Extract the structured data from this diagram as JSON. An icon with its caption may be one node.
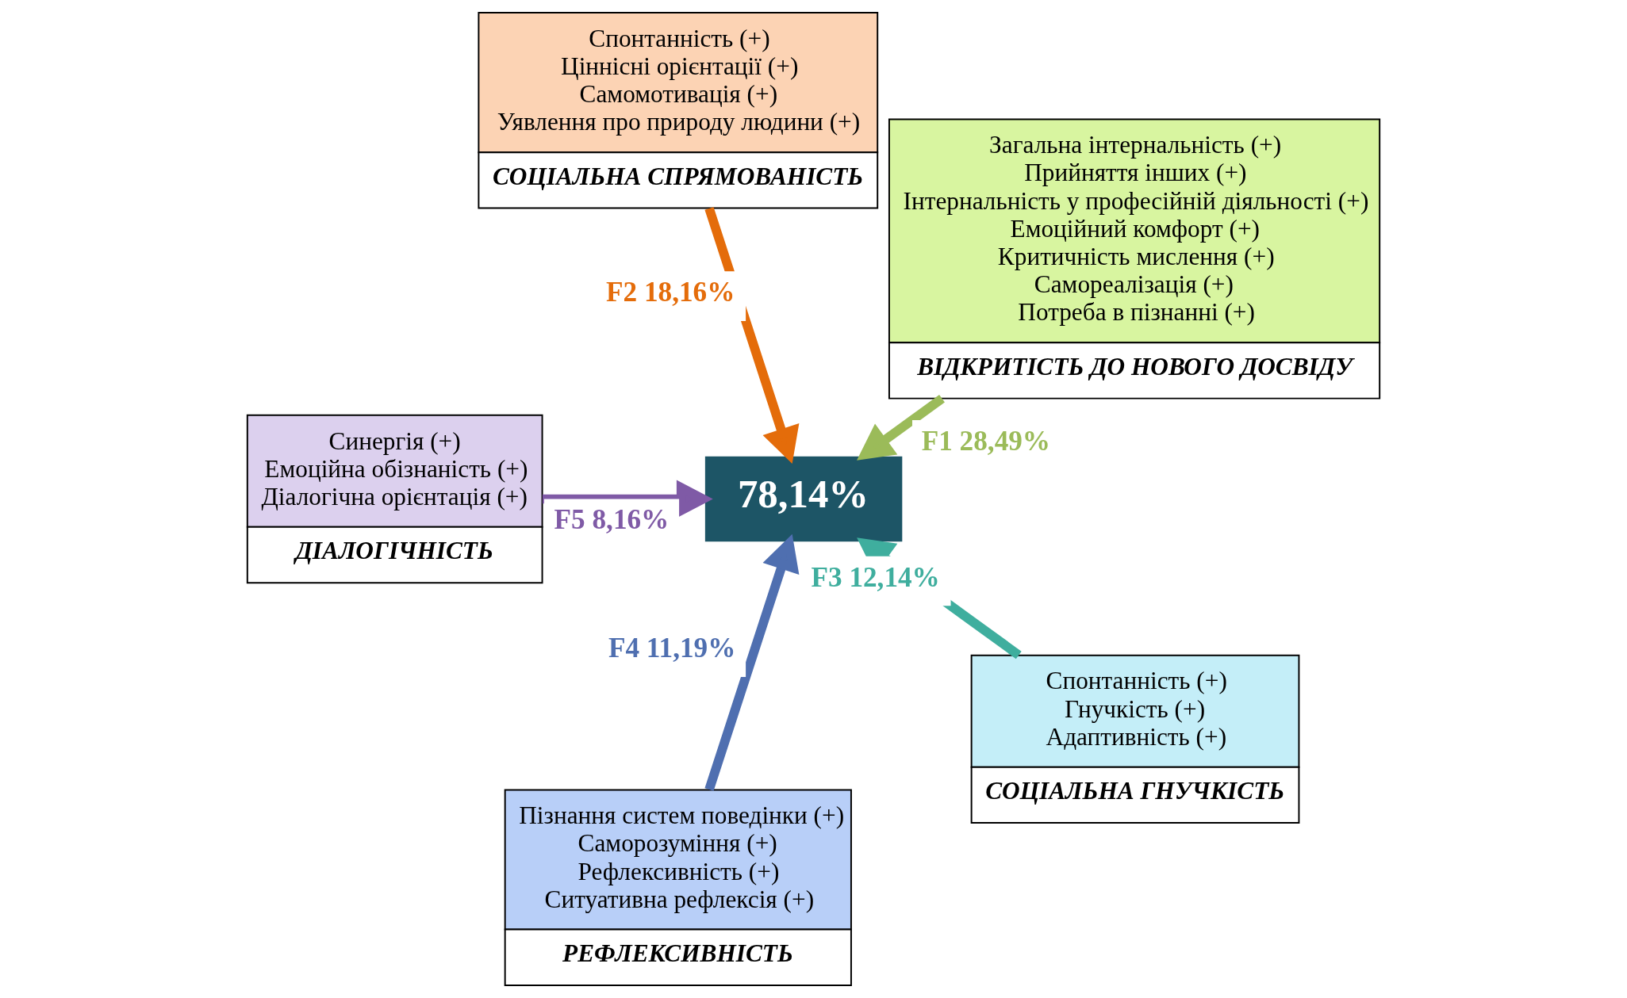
{
  "diagram": {
    "nodes": [
      {
        "text": [
          "Загальна інтернальність (+)",
          "Прийняття інших (+)",
          "Інтернальність у професійній діяльності (+)",
          "Емоційний комфорт (+)",
          "Критичність мислення (+)",
          "Самореалізація (+)",
          "Потреба в пізнанні (+)",
          "ВІДКРИТІСТЬ ДО НОВОГО ДОСВІДУ"
        ]
      },
      {
        "text": [
          "Спонтанність (+)",
          "Ціннісні орієнтації (+)",
          "Самомотивація (+)",
          "Уявлення про природу людини (+)",
          "СОЦІАЛЬНА СПРЯМОВАНІСТЬ"
        ]
      },
      {
        "text": [
          "Синергія (+)",
          "Емоційна обізнаність (+)",
          "Діалогічна орієнтація (+)",
          "ДІАЛОГІЧНІСТЬ"
        ]
      },
      {
        "text": [
          "78,14%"
        ]
      },
      {
        "text": [
          "Пізнання систем поведінки (+)",
          "Саморозуміння (+)",
          "Рефлексивність (+)",
          "Ситуативна рефлексія (+)",
          "РЕФЛЕКСИВНІСТЬ"
        ]
      },
      {
        "text": [
          "Спонтанність (+)",
          "Гнучкість (+)",
          "Адаптивність (+)",
          "СОЦІАЛЬНА ГНУЧКІСТЬ"
        ]
      }
    ],
    "edges": [
      {
        "from": 0,
        "to": 3,
        "arrow": "to",
        "label": "F1 28,49%",
        "color": "#9bbb59"
      },
      {
        "from": 1,
        "to": 3,
        "arrow": "to",
        "label": "F2 18,16%",
        "color": "#e46c0a"
      },
      {
        "from": 5,
        "to": 3,
        "arrow": "to",
        "label": "F3 12,14%",
        "color": "#3fae9e"
      },
      {
        "from": 4,
        "to": 3,
        "arrow": "to",
        "label": "F4 11,19%",
        "color": "#4f6fb0"
      },
      {
        "from": 2,
        "to": 3,
        "arrow": "to",
        "label": "F5 8,16%",
        "color": "#7f5aa6"
      }
    ]
  }
}
